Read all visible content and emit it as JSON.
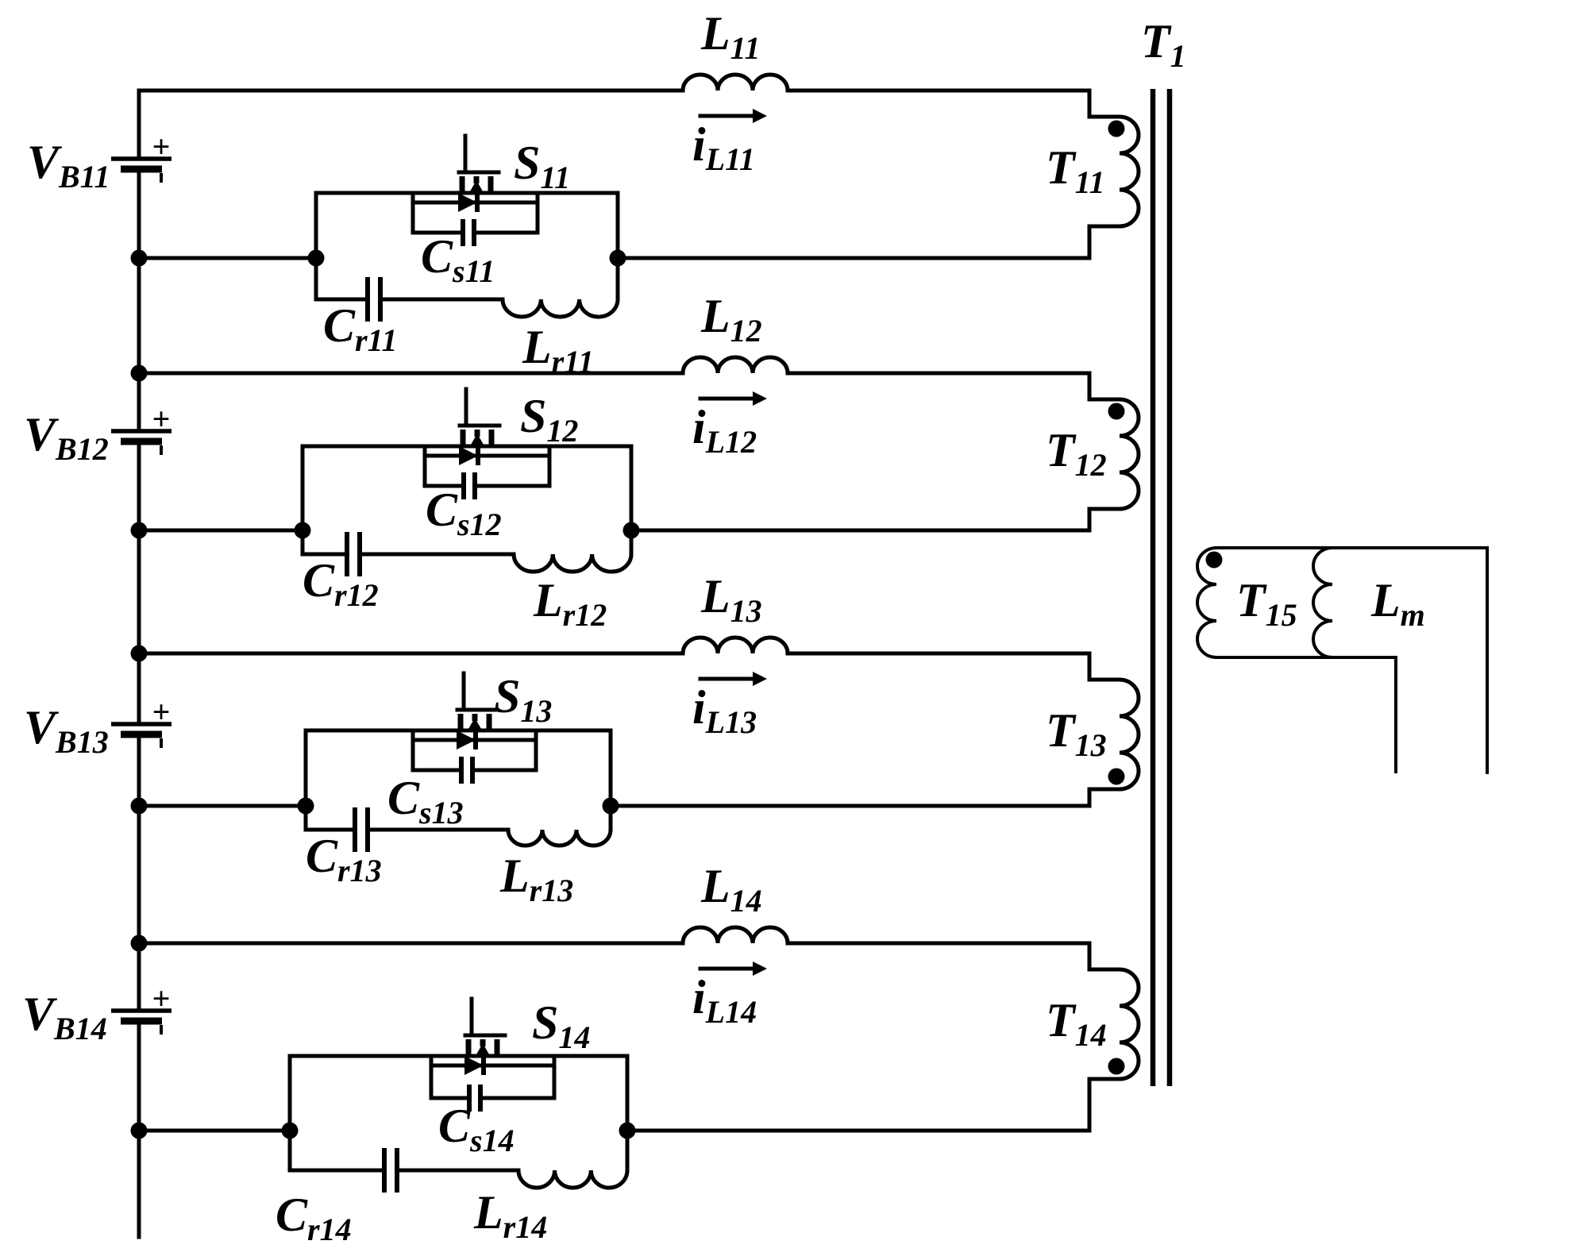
{
  "colors": {
    "ink": "#000000",
    "background": "#ffffff"
  },
  "transformer": {
    "core_label": {
      "main": "T",
      "sub": "1"
    },
    "secondary_winding_label": {
      "main": "T",
      "sub": "15"
    },
    "magnetizing_inductance_label": {
      "main": "L",
      "sub": "m"
    }
  },
  "cells": [
    {
      "battery_label": {
        "main": "V",
        "sub": "B11"
      },
      "plus": "+",
      "switch_label": {
        "main": "S",
        "sub": "11"
      },
      "snubber_cap_label": {
        "main": "C",
        "sub": "s11"
      },
      "resonant_cap_label": {
        "main": "C",
        "sub": "r11"
      },
      "resonant_ind_label": {
        "main": "L",
        "sub": "r11"
      },
      "series_ind_label": {
        "main": "L",
        "sub": "11"
      },
      "current_label": {
        "main": "i",
        "sub": "L11"
      },
      "winding_label": {
        "main": "T",
        "sub": "11"
      }
    },
    {
      "battery_label": {
        "main": "V",
        "sub": "B12"
      },
      "plus": "+",
      "switch_label": {
        "main": "S",
        "sub": "12"
      },
      "snubber_cap_label": {
        "main": "C",
        "sub": "s12"
      },
      "resonant_cap_label": {
        "main": "C",
        "sub": "r12"
      },
      "resonant_ind_label": {
        "main": "L",
        "sub": "r12"
      },
      "series_ind_label": {
        "main": "L",
        "sub": "12"
      },
      "current_label": {
        "main": "i",
        "sub": "L12"
      },
      "winding_label": {
        "main": "T",
        "sub": "12"
      }
    },
    {
      "battery_label": {
        "main": "V",
        "sub": "B13"
      },
      "plus": "+",
      "switch_label": {
        "main": "S",
        "sub": "13"
      },
      "snubber_cap_label": {
        "main": "C",
        "sub": "s13"
      },
      "resonant_cap_label": {
        "main": "C",
        "sub": "r13"
      },
      "resonant_ind_label": {
        "main": "L",
        "sub": "r13"
      },
      "series_ind_label": {
        "main": "L",
        "sub": "13"
      },
      "current_label": {
        "main": "i",
        "sub": "L13"
      },
      "winding_label": {
        "main": "T",
        "sub": "13"
      }
    },
    {
      "battery_label": {
        "main": "V",
        "sub": "B14"
      },
      "plus": "+",
      "switch_label": {
        "main": "S",
        "sub": "14"
      },
      "snubber_cap_label": {
        "main": "C",
        "sub": "s14"
      },
      "resonant_cap_label": {
        "main": "C",
        "sub": "r14"
      },
      "resonant_ind_label": {
        "main": "L",
        "sub": "r14"
      },
      "series_ind_label": {
        "main": "L",
        "sub": "14"
      },
      "current_label": {
        "main": "i",
        "sub": "L14"
      },
      "winding_label": {
        "main": "T",
        "sub": "14"
      }
    }
  ]
}
